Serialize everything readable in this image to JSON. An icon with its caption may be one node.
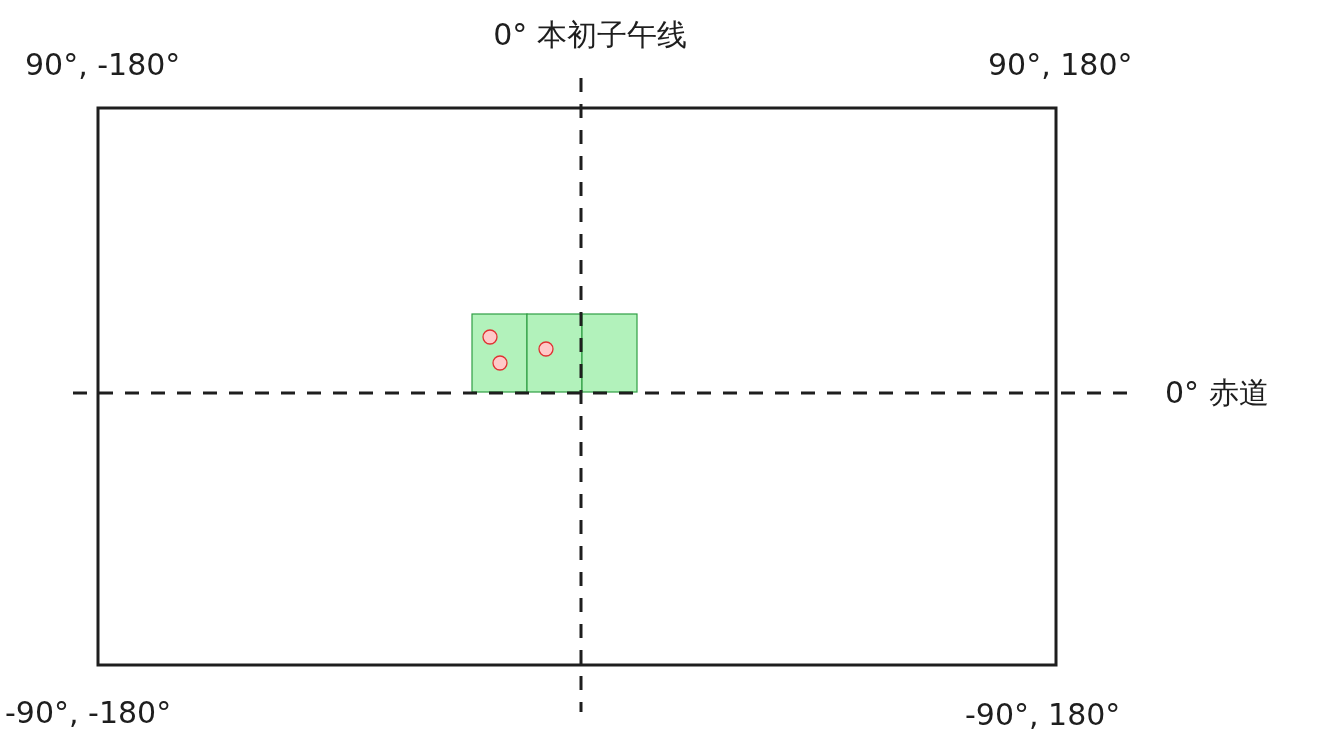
{
  "diagram": {
    "labels": [
      "0° 本初子午线",
      "90°, -180°",
      "90°, 180°",
      "0° 赤道",
      "-90°, -180°",
      "-90°, 180°"
    ]
  }
}
